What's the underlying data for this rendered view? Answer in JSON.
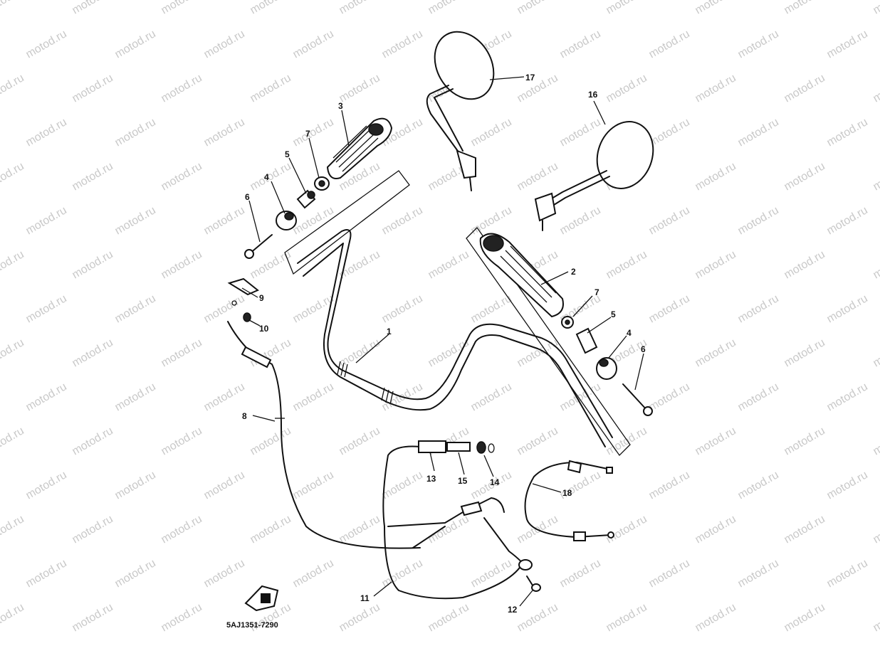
{
  "diagram": {
    "watermark": "motod.ru",
    "code": "5AJ1351-7290",
    "callouts": [
      {
        "id": "c1",
        "label": "1"
      },
      {
        "id": "c2",
        "label": "2"
      },
      {
        "id": "c3",
        "label": "3"
      },
      {
        "id": "c4l",
        "label": "4"
      },
      {
        "id": "c4r",
        "label": "4"
      },
      {
        "id": "c5l",
        "label": "5"
      },
      {
        "id": "c5r",
        "label": "5"
      },
      {
        "id": "c6l",
        "label": "6"
      },
      {
        "id": "c6r",
        "label": "6"
      },
      {
        "id": "c7l",
        "label": "7"
      },
      {
        "id": "c7r",
        "label": "7"
      },
      {
        "id": "c8",
        "label": "8"
      },
      {
        "id": "c9",
        "label": "9"
      },
      {
        "id": "c10",
        "label": "10"
      },
      {
        "id": "c11",
        "label": "11"
      },
      {
        "id": "c12",
        "label": "12"
      },
      {
        "id": "c13",
        "label": "13"
      },
      {
        "id": "c14",
        "label": "14"
      },
      {
        "id": "c15",
        "label": "15"
      },
      {
        "id": "c16",
        "label": "16"
      },
      {
        "id": "c17",
        "label": "17"
      },
      {
        "id": "c18",
        "label": "18"
      }
    ]
  }
}
